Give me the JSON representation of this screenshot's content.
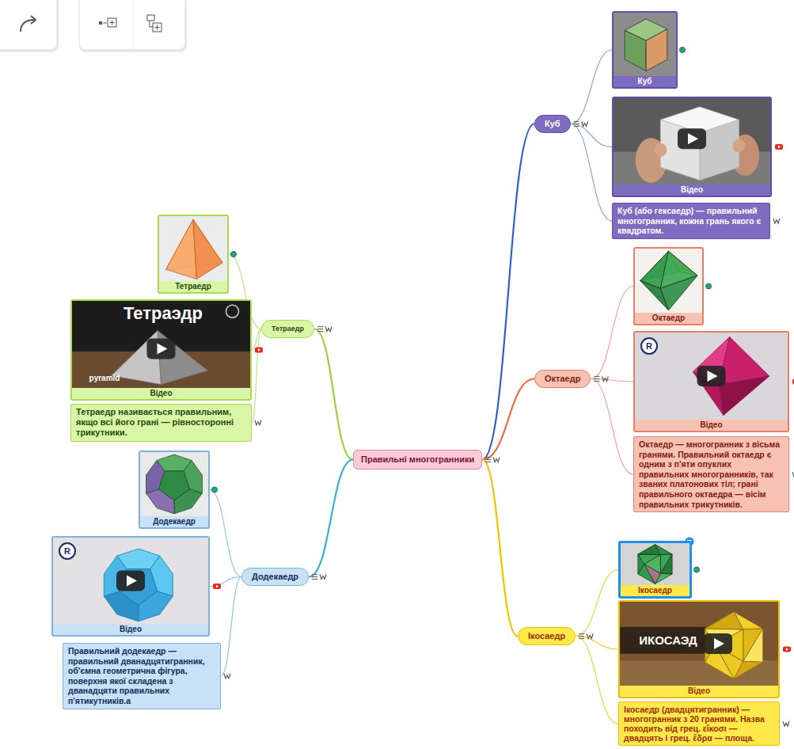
{
  "diagram": {
    "nodes": [
      {
        "text": [
          "Правильні многогранники"
        ]
      },
      {
        "text": [
          "Куб"
        ]
      },
      {
        "text": [
          "Куб"
        ]
      },
      {
        "text": [
          "Відео"
        ]
      },
      {
        "text": [
          "Куб (або гексаедр) — правильний многогранник, кожна грань якого є квадратом."
        ]
      },
      {
        "text": [
          "Октаедр"
        ]
      },
      {
        "text": [
          "Октаедр"
        ]
      },
      {
        "text": [
          "Відео"
        ]
      },
      {
        "text": [
          "Октаедр — многогранник з вісьма гранями. Правильний октаедр є одним з п'яти опуклих правильних многогранників, так званих платонових тіл; грані правильного октаедра — вісім правильних трикутників."
        ]
      },
      {
        "text": [
          "Ікосаедр"
        ]
      },
      {
        "text": [
          "Ікосаедр"
        ]
      },
      {
        "text": [
          "Відео"
        ]
      },
      {
        "text": [
          "Ікосаедр (двадцятигранник) — многогранник з 20 гранями. Назва походить від грец. εἴκοσι — двадцять і грец. ἕδρα — площа."
        ]
      },
      {
        "text": [
          "Тетраедр"
        ]
      },
      {
        "text": [
          "Тетраедр"
        ]
      },
      {
        "text": [
          "Відео"
        ]
      },
      {
        "text": [
          "Тетраедр називається правильним, якщо всі його грані — рівносторонні трикутники."
        ]
      },
      {
        "text": [
          "Додекаедр"
        ]
      },
      {
        "text": [
          "Додекаедр"
        ]
      },
      {
        "text": [
          "Відео"
        ]
      },
      {
        "text": [
          "Правильний додекаедр — правильний дванадцятигранник, об'ємна геометрична фігура, поверхня якої складена з дванадцяти правильних п'ятикутників.а"
        ]
      }
    ],
    "edges": [
      {
        "from": 0,
        "to": 1,
        "arrow": "none"
      },
      {
        "from": 1,
        "to": 2,
        "arrow": "none"
      },
      {
        "from": 1,
        "to": 3,
        "arrow": "none"
      },
      {
        "from": 1,
        "to": 4,
        "arrow": "none"
      },
      {
        "from": 0,
        "to": 5,
        "arrow": "none"
      },
      {
        "from": 5,
        "to": 6,
        "arrow": "none"
      },
      {
        "from": 5,
        "to": 7,
        "arrow": "none"
      },
      {
        "from": 5,
        "to": 8,
        "arrow": "none"
      },
      {
        "from": 0,
        "to": 9,
        "arrow": "none"
      },
      {
        "from": 9,
        "to": 10,
        "arrow": "none"
      },
      {
        "from": 9,
        "to": 11,
        "arrow": "none"
      },
      {
        "from": 9,
        "to": 12,
        "arrow": "none"
      },
      {
        "from": 0,
        "to": 13,
        "arrow": "none"
      },
      {
        "from": 13,
        "to": 14,
        "arrow": "none"
      },
      {
        "from": 13,
        "to": 15,
        "arrow": "none"
      },
      {
        "from": 13,
        "to": 16,
        "arrow": "none"
      },
      {
        "from": 0,
        "to": 17,
        "arrow": "none"
      },
      {
        "from": 17,
        "to": 18,
        "arrow": "none"
      },
      {
        "from": 17,
        "to": 19,
        "arrow": "none"
      },
      {
        "from": 17,
        "to": 20,
        "arrow": "none"
      }
    ],
    "labels": [
      "Тетраэдр",
      "pyramid",
      "R",
      "R",
      "ИКОСАЭД"
    ]
  }
}
